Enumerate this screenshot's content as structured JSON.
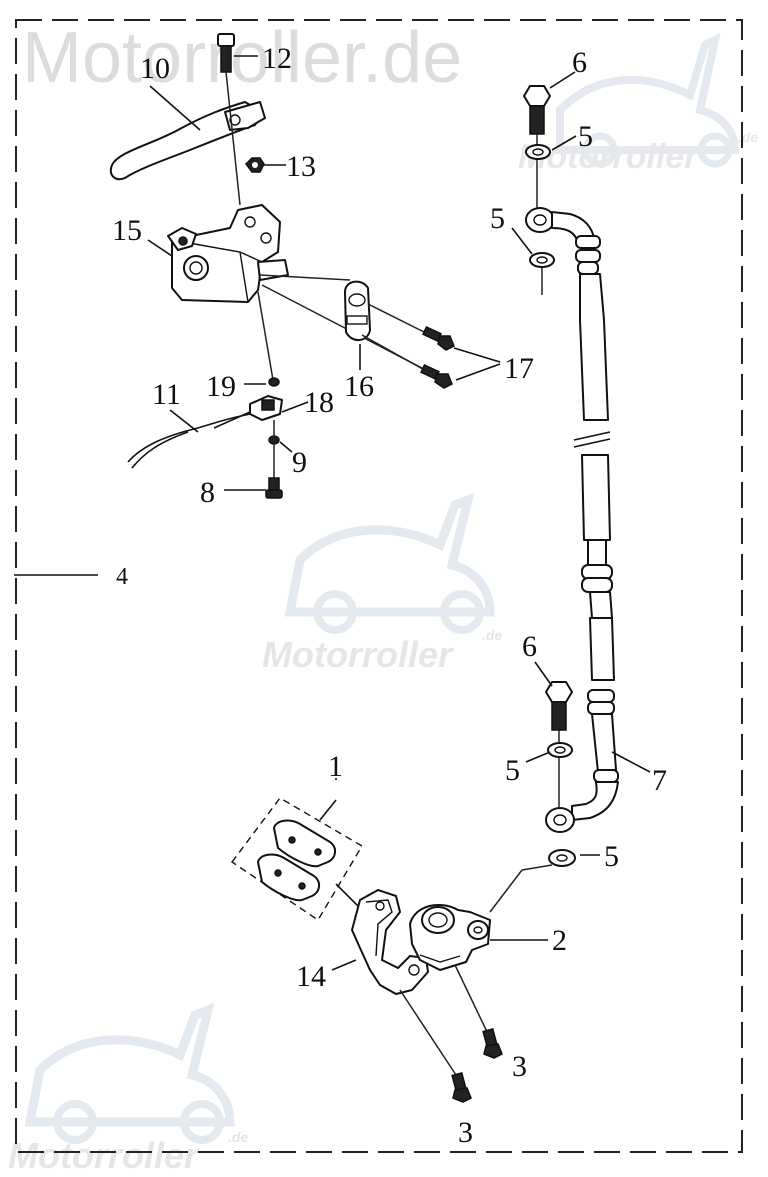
{
  "watermark": {
    "main_text": "Motorroller.de",
    "brand_text": "Motorroller",
    "brand_suffix": ".de"
  },
  "callouts": [
    {
      "id": "1",
      "label": "1"
    },
    {
      "id": "2",
      "label": "2"
    },
    {
      "id": "3a",
      "label": "3"
    },
    {
      "id": "3b",
      "label": "3"
    },
    {
      "id": "4",
      "label": "4"
    },
    {
      "id": "5a",
      "label": "5"
    },
    {
      "id": "5b",
      "label": "5"
    },
    {
      "id": "5c",
      "label": "5"
    },
    {
      "id": "5d",
      "label": "5"
    },
    {
      "id": "6a",
      "label": "6"
    },
    {
      "id": "6b",
      "label": "6"
    },
    {
      "id": "7",
      "label": "7"
    },
    {
      "id": "8",
      "label": "8"
    },
    {
      "id": "9",
      "label": "9"
    },
    {
      "id": "10",
      "label": "10"
    },
    {
      "id": "11",
      "label": "11"
    },
    {
      "id": "12",
      "label": "12"
    },
    {
      "id": "13",
      "label": "13"
    },
    {
      "id": "14",
      "label": "14"
    },
    {
      "id": "15",
      "label": "15"
    },
    {
      "id": "16",
      "label": "16"
    },
    {
      "id": "17",
      "label": "17"
    },
    {
      "id": "18",
      "label": "18"
    },
    {
      "id": "19",
      "label": "19"
    }
  ],
  "colors": {
    "line": "#111111",
    "watermark": "#d9d9d9",
    "watermark_blue": "#dde3ec"
  }
}
